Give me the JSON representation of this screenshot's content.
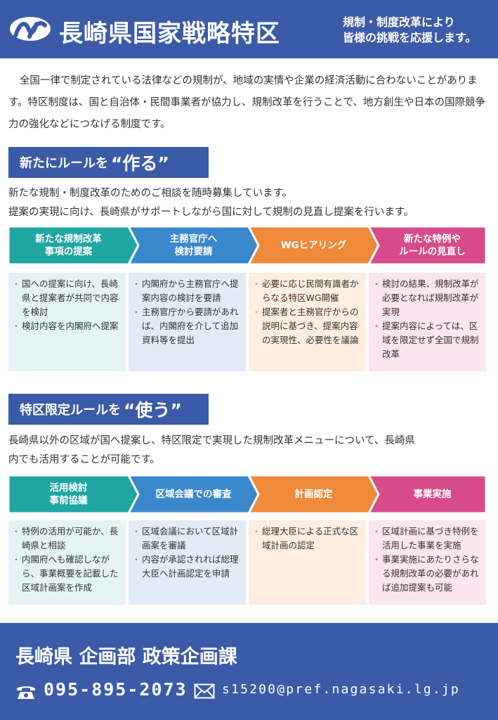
{
  "header": {
    "logo_icon": "nagasaki-prefecture-logo-icon",
    "title": "長崎県国家戦略特区",
    "subtitle_line1": "規制・制度改革により",
    "subtitle_line2": "皆様の挑戦を応援します。"
  },
  "intro": {
    "text": "全国一律で制定されている法律などの規制が、地域の実情や企業の経済活動に合わないことがあります。特区制度は、国と自治体・民間事業者が協力し、規制改革を行うことで、地方創生や日本の国際競争力の強化などにつなげる制度です。"
  },
  "section1": {
    "title": "新たにルールを",
    "title_quote": "“作る”",
    "desc_line1": "新たな規制・制度改革のためのご相談を随時募集しています。",
    "desc_line2": "提案の実現に向け、長崎県がサポートしながら国に対して規制の見直し提案を行います。",
    "steps": [
      {
        "label": "新たな規制改革\n事項の提案",
        "color": "#1fa6a3"
      },
      {
        "label": "主務官庁へ\n検討要請",
        "color": "#3a87cc"
      },
      {
        "label": "WGヒアリング",
        "color": "#ee8a3a"
      },
      {
        "label": "新たな特例や\nルールの見直し",
        "color": "#d84b8a"
      }
    ],
    "cards": [
      {
        "items": [
          "国への提案に向け、長崎県と提案者が共同で内容を検討",
          "検討内容を内閣府へ提案"
        ]
      },
      {
        "items": [
          "内閣府から主務官庁へ提案内容の検討を要請",
          "主務官庁から要請があれば、内閣府を介して追加資料等を提出"
        ]
      },
      {
        "items": [
          "必要に応じ民間有識者からなる特区WG開催",
          "提案者と主務官庁からの説明に基づき、提案内容の実現性、必要性を議論"
        ]
      },
      {
        "items": [
          "検討の結果、規制改革が必要となれば規制改革が実現",
          "提案内容によっては、区域を限定せず全国で規制改革"
        ]
      }
    ]
  },
  "section2": {
    "title": "特区限定ルールを",
    "title_quote": "“使う”",
    "desc_line1": "長崎県以外の区域が国へ提案し、特区限定で実現した規制改革メニューについて、長崎県",
    "desc_line2": "内でも活用することが可能です。",
    "steps": [
      {
        "label": "活用検討\n事前協議",
        "color": "#1fa6a3"
      },
      {
        "label": "区域会議での審査",
        "color": "#3a87cc"
      },
      {
        "label": "計画認定",
        "color": "#ee8a3a"
      },
      {
        "label": "事業実施",
        "color": "#d84b8a"
      }
    ],
    "cards": [
      {
        "items": [
          "特例の活用が可能か、長崎県と相談",
          "内閣府へも確認しながら、事業概要を記載した区域計画案を作成"
        ]
      },
      {
        "items": [
          "区域会議において区域計画案を審議",
          "内容が承認されれば総理大臣へ計画認定を申請"
        ]
      },
      {
        "items": [
          "総理大臣による正式な区域計画の認定"
        ]
      },
      {
        "items": [
          "区域計画に基づき特例を活用した事業を実施",
          "事業実施にあたりさらなる規制改革の必要があれば追加提案も可能"
        ]
      }
    ]
  },
  "footer": {
    "department": "長崎県 企画部 政策企画課",
    "phone_icon": "phone-icon",
    "phone": "095-895-2073",
    "mail_icon": "mail-icon",
    "email": "s15200@pref.nagasaki.lg.jp"
  }
}
